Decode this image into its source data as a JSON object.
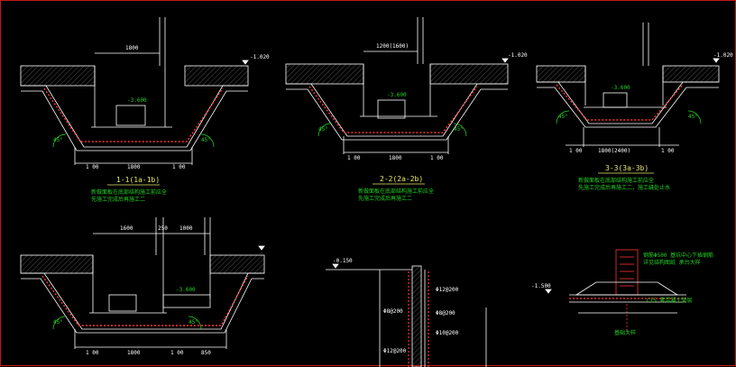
{
  "colors": {
    "background": "#000000",
    "border": "#c21a1a",
    "line": "#ffffff",
    "rebar": "#ff3333",
    "note": "#22d322",
    "dim": "#e7e76a"
  },
  "sections": [
    {
      "id": "s1",
      "title": "1-1(1a-1b)",
      "level_top": "-1.020",
      "level_pit": "-3.600",
      "dim_top": "1800",
      "dim_bottom": [
        "1 00",
        "1800",
        "1 00"
      ],
      "note_lines": [
        "新做面板在底部结构施工前应全",
        "先施工完成后再施工二"
      ],
      "slope_left": "45°",
      "slope_right": "45°"
    },
    {
      "id": "s2",
      "title": "2-2(2a-2b)",
      "level_top": "-1.020",
      "level_pit": "-3.600",
      "dim_top": "1200(1600)",
      "dim_bottom": [
        "1 00",
        "1800",
        "1 00"
      ],
      "note_lines": [
        "新做面板在底部结构施工前应全",
        "先施工完成后再施工二"
      ],
      "slope_left": "45°",
      "slope_right": "45°"
    },
    {
      "id": "s3",
      "title": "3-3(3a-3b)",
      "level_top": "-1.020",
      "level_pit": "-3.600",
      "dim_bottom": [
        "1 00",
        "1800(2400)",
        "1 00"
      ],
      "note_lines": [
        "新做面板在底部结构施工前应全",
        "先施工完成后再施工二，施工缝处止水"
      ],
      "slope_left": "45°",
      "slope_right": "45°"
    },
    {
      "id": "s4",
      "level_pit": "-3.600",
      "dim_top": [
        "1600",
        "250",
        "1000"
      ],
      "dim_bottom": [
        "1 00",
        "1800",
        "1 00",
        "850"
      ],
      "slope_left": "45°",
      "slope_right": "45°"
    }
  ],
  "wall_detail": {
    "level": "-0.150",
    "labels": [
      "Φ12@200",
      "Φ8@200",
      "Φ10@200",
      "Φ8@200",
      "Φ12@200"
    ]
  },
  "footing_detail": {
    "level": "-1.500",
    "notes": [
      "钢筋Φ500 基坑中心下插钢筋",
      "详见结构图纸 承台大样"
    ],
    "label_right": "C15 素混凝土垫层",
    "caption": "基础大样"
  }
}
